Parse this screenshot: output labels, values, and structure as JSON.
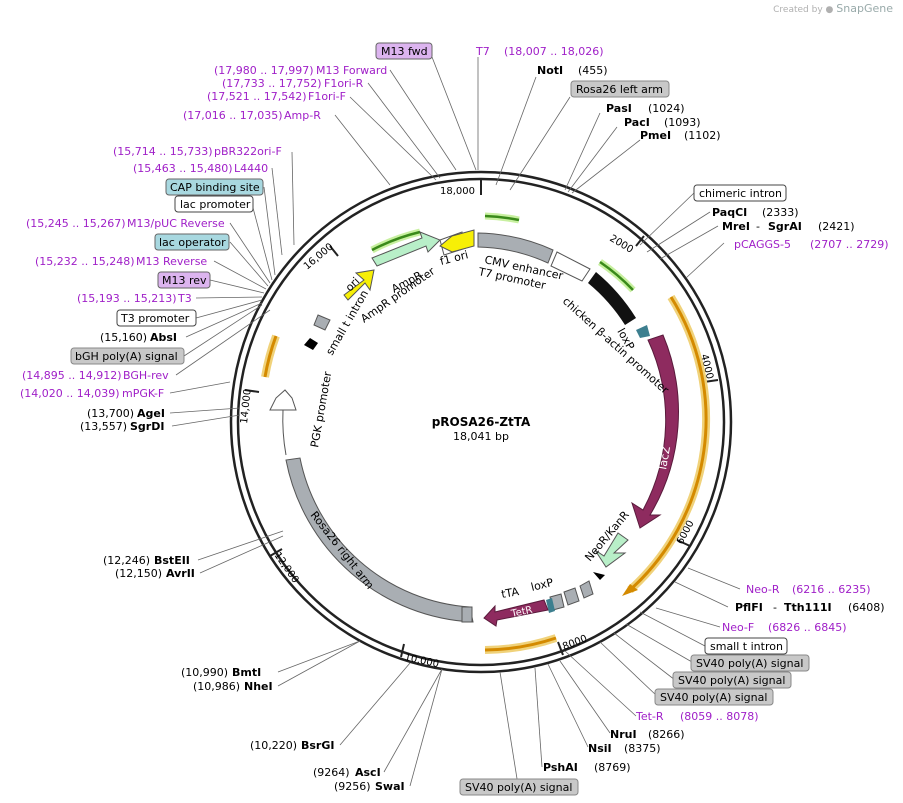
{
  "credit": {
    "prefix": "Created by",
    "brand": "SnapGene"
  },
  "plasmid": {
    "name": "pROSA26-ZtTA",
    "length_label": "18,041 bp",
    "length_bp": 18041
  },
  "ticks": [
    "2000",
    "4000",
    "6000",
    "8000",
    "10,000",
    "12,000",
    "14,000",
    "16,000",
    "18,000"
  ],
  "features_on_map": [
    "CMV enhancer",
    "T7 promoter",
    "chicken β-actin promoter",
    "loxP",
    "lacZ",
    "NeoR/KanR",
    "tTA",
    "loxP",
    "TetR",
    "Rosa26 right arm",
    "PGK promoter",
    "small t intron",
    "AmpR promoter",
    "AmpR",
    "ori",
    "f1 ori"
  ],
  "right_labels": {
    "notI": {
      "name": "NotI",
      "pos": "(455)"
    },
    "rosa_left": "Rosa26 left arm",
    "pasI": {
      "name": "PasI",
      "pos": "(1024)"
    },
    "pacI": {
      "name": "PacI",
      "pos": "(1093)"
    },
    "pmeI": {
      "name": "PmeI",
      "pos": "(1102)"
    },
    "chimeric": "chimeric intron",
    "paqCI": {
      "name": "PaqCI",
      "pos": "(2333)"
    },
    "mreI": {
      "name": "MreI",
      "sep": "-",
      "name2": "SgrAI",
      "pos": "(2421)"
    },
    "pcaggs": {
      "name": "pCAGGS-5",
      "pos": "(2707 .. 2729)"
    },
    "neoR": {
      "name": "Neo-R",
      "pos": "(6216 .. 6235)"
    },
    "pflFI": {
      "name": "PflFI",
      "sep": "-",
      "name2": "Tth111I",
      "pos": "(6408)"
    },
    "neoF": {
      "name": "Neo-F",
      "pos": "(6826 .. 6845)"
    },
    "small_t": "small t intron",
    "sv40a": "SV40 poly(A) signal",
    "sv40b": "SV40 poly(A) signal",
    "sv40c": "SV40 poly(A) signal",
    "tetR": {
      "name": "Tet-R",
      "pos": "(8059 .. 8078)"
    },
    "nruI": {
      "name": "NruI",
      "pos": "(8266)"
    },
    "nsiI": {
      "name": "NsiI",
      "pos": "(8375)"
    },
    "pshAI": {
      "name": "PshAI",
      "pos": "(8769)"
    },
    "sv40d": "SV40 poly(A) signal"
  },
  "top_labels": {
    "m13fwd": "M13 fwd",
    "t7": {
      "name": "T7",
      "pos": "(18,007 .. 18,026)"
    }
  },
  "left_labels": {
    "m13forward": {
      "pos": "(17,980 .. 17,997)",
      "name": "M13 Forward"
    },
    "f1orir": {
      "pos": "(17,733 .. 17,752)",
      "name": "F1ori-R"
    },
    "f1orif": {
      "pos": "(17,521 .. 17,542)",
      "name": "F1ori-F"
    },
    "ampr": {
      "pos": "(17,016 .. 17,035)",
      "name": "Amp-R"
    },
    "pbr322": {
      "pos": "(15,714 .. 15,733)",
      "name": "pBR322ori-F"
    },
    "l4440": {
      "pos": "(15,463 .. 15,480)",
      "name": "L4440"
    },
    "cap": "CAP binding site",
    "lacprom": "lac promoter",
    "m13puc": {
      "pos": "(15,245 .. 15,267)",
      "name": "M13/pUC Reverse"
    },
    "lacop": "lac operator",
    "m13rev_p": {
      "pos": "(15,232 .. 15,248)",
      "name": "M13 Reverse"
    },
    "m13rev": "M13 rev",
    "t3": {
      "pos": "(15,193 .. 15,213)",
      "name": "T3"
    },
    "t3prom": "T3 promoter",
    "absI": {
      "pos": "(15,160)",
      "name": "AbsI"
    },
    "bgh": "bGH poly(A) signal",
    "bghrev": {
      "pos": "(14,895 .. 14,912)",
      "name": "BGH-rev"
    },
    "mpgk": {
      "pos": "(14,020 .. 14,039)",
      "name": "mPGK-F"
    },
    "ageI": {
      "pos": "(13,700)",
      "name": "AgeI"
    },
    "sgrDI": {
      "pos": "(13,557)",
      "name": "SgrDI"
    },
    "bstEII": {
      "pos": "(12,246)",
      "name": "BstEII"
    },
    "avrII": {
      "pos": "(12,150)",
      "name": "AvrII"
    },
    "bmtI": {
      "pos": "(10,990)",
      "name": "BmtI"
    },
    "nheI": {
      "pos": "(10,986)",
      "name": "NheI"
    },
    "bsrGI": {
      "pos": "(10,220)",
      "name": "BsrGI"
    },
    "ascI": {
      "pos": "(9264)",
      "name": "AscI"
    },
    "swaI": {
      "pos": "(9256)",
      "name": "SwaI"
    }
  },
  "colors": {
    "primer": "#a020c8",
    "feature_gray": "#a9aeb3",
    "lacz": "#8e2b5f",
    "neo": "#b8efc8",
    "ampr": "#b8efc8",
    "ori": "#f7ef06",
    "f1ori": "#f7ef06",
    "orange": "#f0a824",
    "green_orf": "#7ac943",
    "loxp": "#3d7f8f",
    "tetr": "#8e2b5f",
    "tag_purple": "#dcb4ef",
    "tag_teal": "#a8d8e0",
    "tag_gray": "#c8c8c8"
  }
}
